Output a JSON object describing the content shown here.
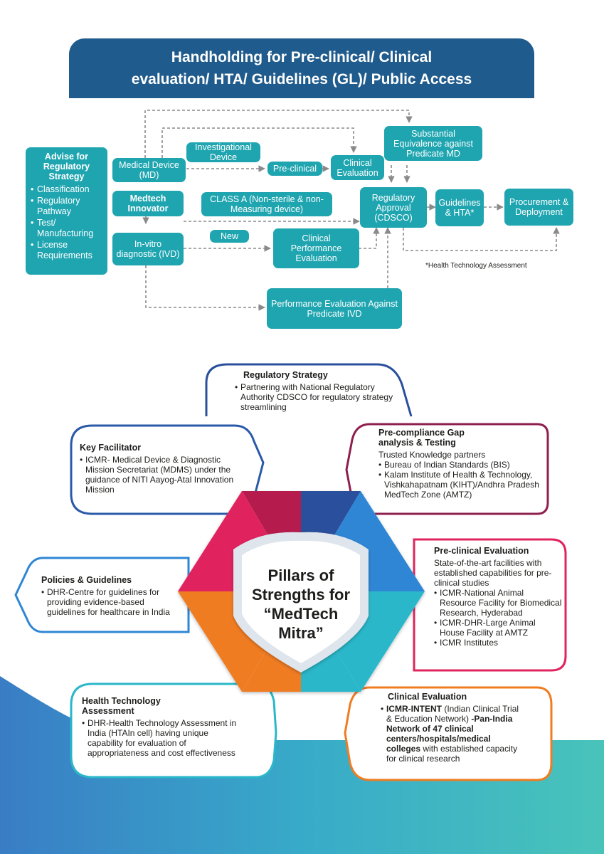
{
  "banner": {
    "line1": "Handholding for Pre-clinical/ Clinical",
    "line2": "evaluation/ HTA/ Guidelines (GL)/ Public Access"
  },
  "advise": {
    "title": "Advise for Regulatory Strategy",
    "items": [
      "Classification",
      "Regulatory Pathway",
      "Test/ Manufacturing",
      "License Requirements"
    ]
  },
  "flow": {
    "medical_device": "Medical Device  (MD)",
    "medtech_innovator": "Medtech Innovator",
    "ivd": "In-vitro diagnostic (IVD)",
    "investigational": "Investigational Device",
    "preclinical": "Pre-clinical",
    "clinical_eval": "Clinical Evaluation",
    "substantial": "Substantial Equivalence against Predicate MD",
    "class_a": "CLASS A (Non-sterile & non-Measuring device)",
    "regulatory_approval": "Regulatory Approval (CDSCO)",
    "guidelines_hta": "Guidelines & HTA*",
    "procurement": "Procurement & Deployment",
    "new": "New",
    "clinical_perf": "Clinical Performance Evaluation",
    "perf_eval": "Performance Evaluation Against Predicate IVD",
    "footnote": "*Health Technology Assessment"
  },
  "pillars": {
    "center_line1": "Pillars of",
    "center_line2": "Strengths for",
    "center_line3": "“MedTech",
    "center_line4": "Mitra”",
    "regulatory": {
      "title": "Regulatory Strategy",
      "text": "Partnering with National Regulatory Authority CDSCO for regulatory strategy streamlining"
    },
    "key_facilitator": {
      "title": "Key Facilitator",
      "text": "ICMR- Medical Device & Diagnostic Mission Secretariat (MDMS) under the guidance of NITI Aayog-Atal Innovation Mission"
    },
    "precompliance": {
      "title": "Pre-compliance Gap analysis & Testing",
      "intro": "Trusted Knowledge partners",
      "items": [
        "Bureau of Indian Standards (BIS)",
        "Kalam Institute of Health & Technology, Vishkahapatnam (KIHT)/Andhra Pradesh MedTech Zone (AMTZ)"
      ]
    },
    "policies": {
      "title": "Policies & Guidelines",
      "text": "DHR-Centre for guidelines for providing evidence-based guidelines for healthcare in India"
    },
    "preclinical": {
      "title": "Pre-clinical Evaluation",
      "intro": "State-of-the-art facilities with established capabilities for pre-clinical studies",
      "items": [
        "ICMR-National Animal Resource Facility for Biomedical Research, Hyderabad",
        "ICMR-DHR-Large Animal House Facility at AMTZ",
        "ICMR Institutes"
      ]
    },
    "hta": {
      "title": "Health Technology Assessment",
      "text": "DHR-Health Technology Assessment in India (HTAIn cell) having unique capability for evaluation of appropriateness and cost effectiveness"
    },
    "clinical": {
      "title": "Clinical Evaluation",
      "bold1": "ICMR-INTENT",
      "text1": " (Indian Clinical Trial & Education Network) ",
      "bold2": "-Pan-India Network of 47 clinical centers/hospitals/medical colleges",
      "text2": " with established capacity for clinical research"
    }
  },
  "colors": {
    "teal": "#1fa5b0",
    "navy": "#1f5b8c",
    "blue": "#2a5aa8",
    "crimson": "#b51f4d",
    "pink": "#e0245e",
    "orange": "#f07c22",
    "cyan": "#2ab7c9"
  }
}
